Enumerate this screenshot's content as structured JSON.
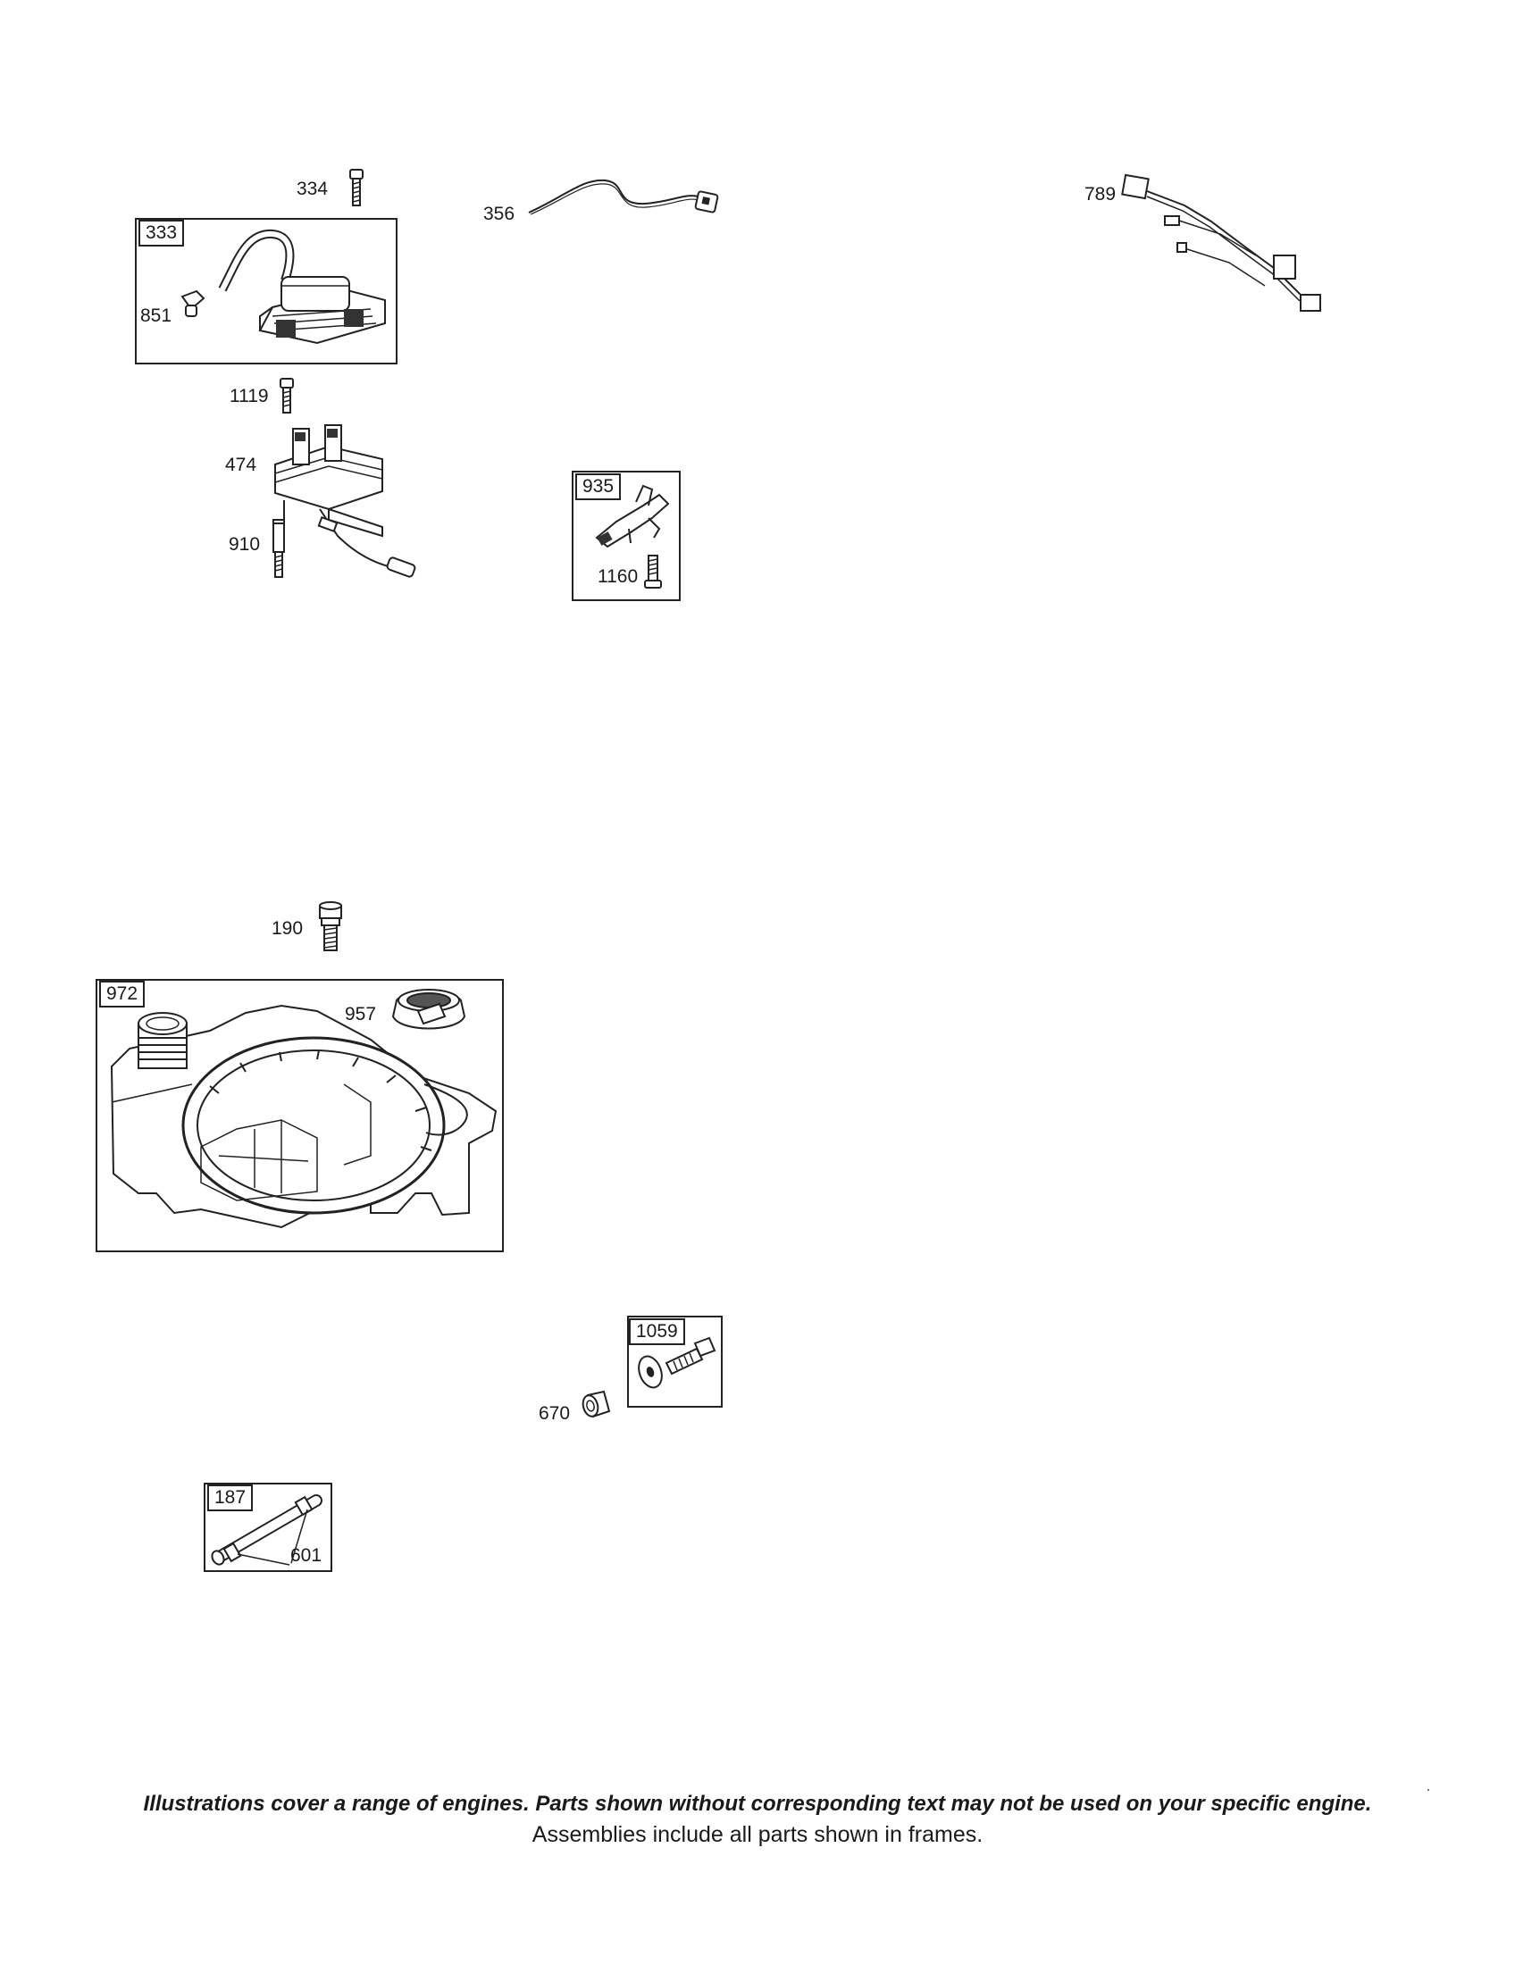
{
  "callouts": {
    "p334": "334",
    "p356": "356",
    "p789": "789",
    "p333": "333",
    "p851": "851",
    "p1119": "1119",
    "p474": "474",
    "p910": "910",
    "p935": "935",
    "p1160": "1160",
    "p190": "190",
    "p972": "972",
    "p957": "957",
    "p1059": "1059",
    "p670": "670",
    "p187": "187",
    "p601": "601"
  },
  "footer": {
    "note": "Illustrations cover a range of engines. Parts shown without corresponding text may not be used on your specific engine.",
    "assemblies": "Assemblies include all parts shown in frames."
  },
  "colors": {
    "ink": "#1a1a1a",
    "background": "#ffffff"
  }
}
